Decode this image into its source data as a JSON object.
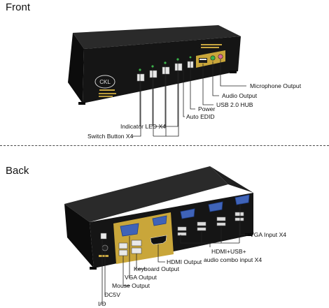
{
  "front": {
    "heading": "Front",
    "logo_text": "CKL",
    "callouts": {
      "microphone": "Microphone Output",
      "audio": "Audio Output",
      "usb_hub": "USB 2.0 HUB",
      "power": "Power",
      "auto_edid": "Auto EDID",
      "indicator_led": "Indicator LED X4",
      "switch_button": "Switch Button X4"
    }
  },
  "back": {
    "heading": "Back",
    "callouts": {
      "vga_input": "VGA Input X4",
      "hdmi_usb_audio_line1": "HDMI+USB+",
      "hdmi_usb_audio_line2": "audio combo input X4",
      "hdmi_output": "HDMI Output",
      "keyboard_output": "Keyboard Output",
      "vga_output": "VGA Output",
      "mouse_output": "Mouse Output",
      "dc5v": "DC5V",
      "io": "I/O"
    }
  },
  "colors": {
    "device_body": "#1c1c1c",
    "gold_panel": "#c9a63a",
    "vga_blue": "#3f63b8",
    "led_green": "#3bb54a"
  }
}
